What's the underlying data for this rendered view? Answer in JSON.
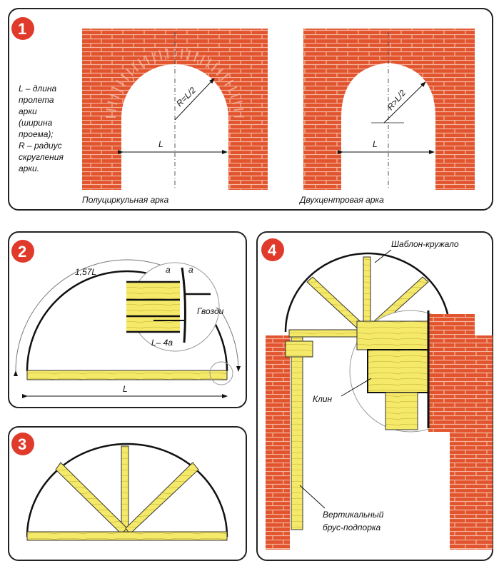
{
  "panel1": {
    "number": "1",
    "legend_lines": [
      "L – длина",
      "пролета",
      "арки",
      "(ширина",
      "проема);",
      "R – радиус",
      "скругления",
      "арки."
    ],
    "arch_left": {
      "caption": "Полуциркульная арка",
      "radius_label": "R=L/2",
      "span_label": "L"
    },
    "arch_right": {
      "caption": "Двухцентровая арка",
      "radius_label": "R>L/2",
      "span_label": "L"
    }
  },
  "panel2": {
    "number": "2",
    "arc_length_label": "1,57L",
    "span_label": "L",
    "a_label_1": "a",
    "a_label_2": "a",
    "nails_label": "Гвозди",
    "cut_label": "L– 4a"
  },
  "panel3": {
    "number": "3"
  },
  "panel4": {
    "number": "4",
    "template_label": "Шаблон-кружало",
    "wedge_label": "Клин",
    "post_label_line1": "Вертикальный",
    "post_label_line2": "брус-подпорка"
  },
  "colors": {
    "brick": "#e2542e",
    "mortar": "#f4b7a0",
    "wood": "#f5e96a",
    "badge": "#e03a2a"
  }
}
